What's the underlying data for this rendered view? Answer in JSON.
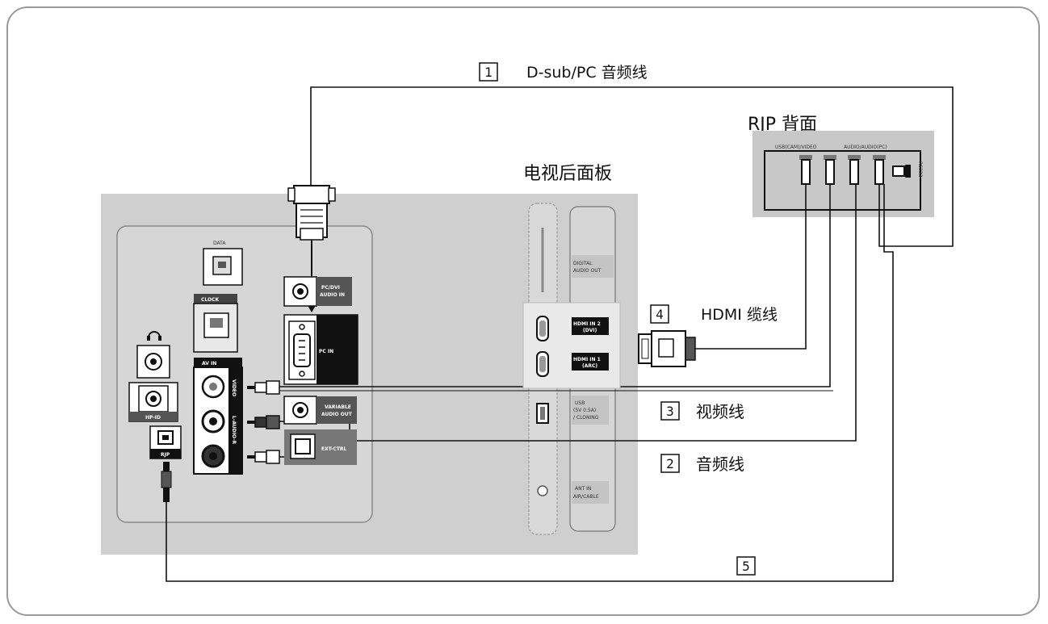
{
  "callouts": {
    "c1": {
      "number": "1",
      "label": "D-sub/PC 音频线"
    },
    "c2": {
      "number": "2",
      "label": "音频线"
    },
    "c3": {
      "number": "3",
      "label": "视频线"
    },
    "c4": {
      "number": "4",
      "label": "HDMI 缆线"
    },
    "c5": {
      "number": "5"
    }
  },
  "titles": {
    "tv_panel": "电视后面板",
    "rjp_back": "RJP 背面"
  },
  "rjp_panel": {
    "group_left": "USB(CAM)/VIDEO",
    "group_right": "AUDIO/AUDIO(PC)",
    "side": "RS232"
  },
  "tv_ports": {
    "data": "DATA",
    "clock": "CLOCK",
    "hp_id": "HP-ID",
    "rjp": "RJP",
    "av_in": "AV IN",
    "video": "VIDEO",
    "audio": "L-AUDIO-R",
    "pc_dvi_audio_in_1": "PC/DVI",
    "pc_dvi_audio_in_2": "AUDIO IN",
    "pc_in": "PC IN",
    "variable_audio_out_1": "VARIABLE",
    "variable_audio_out_2": "AUDIO OUT",
    "ex_link": "EXT-CTRL",
    "digital_audio_out_1": "DIGITAL",
    "digital_audio_out_2": "AUDIO OUT",
    "hdmi_in_2_1": "HDMI IN 2",
    "hdmi_in_2_2": "(DVI)",
    "hdmi_in_1_1": "HDMI IN 1",
    "hdmi_in_1_2": "(ARC)",
    "usb_1": "USB",
    "usb_2": "(5V 0.5A)",
    "usb_3": "/ CLONING",
    "ant_in_1": "ANT IN",
    "ant_in_2": "AIR/CABLE"
  }
}
